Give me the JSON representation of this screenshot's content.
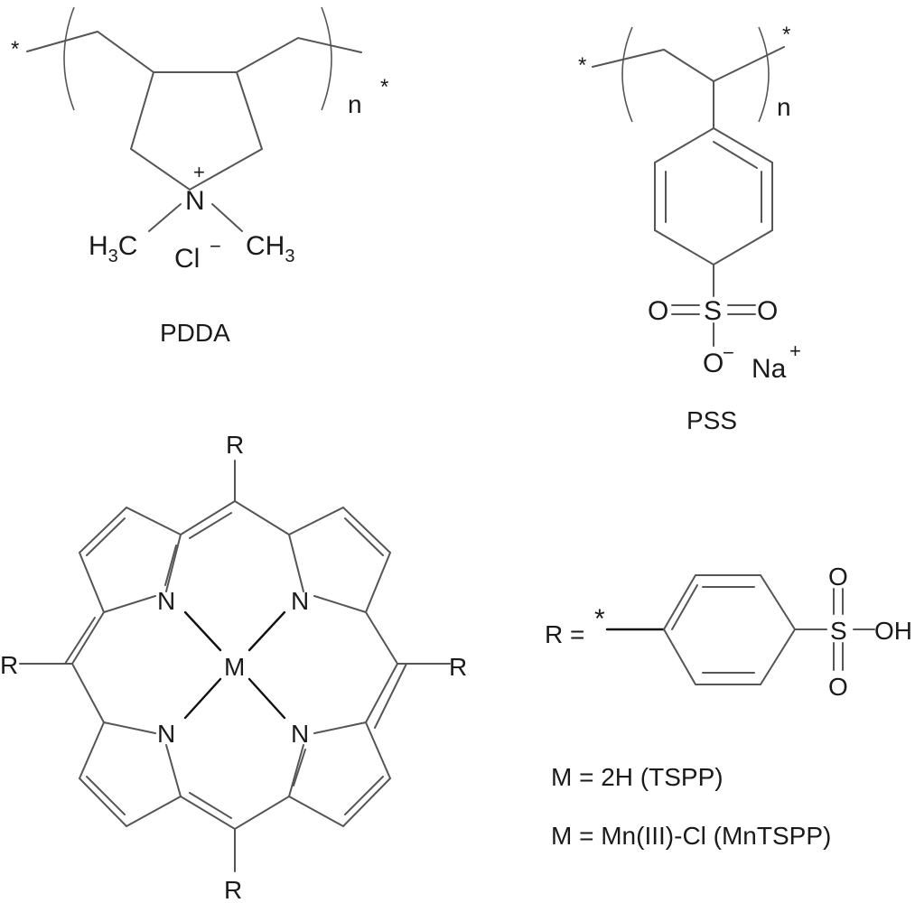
{
  "pdda": {
    "name": "PDDA",
    "star": "*",
    "n": "n",
    "nitrogen": "N",
    "plus": "+",
    "methyl_left_main": "H",
    "methyl_left_sub": "3",
    "methyl_left_tail": "C",
    "methyl_right_main": "CH",
    "methyl_right_sub": "3",
    "counterion": "Cl",
    "minus": "−"
  },
  "pss": {
    "name": "PSS",
    "star": "*",
    "n": "n",
    "sulfur": "S",
    "oxygen": "O",
    "minus": "−",
    "counterion": "Na",
    "plus": "+"
  },
  "porphyrin": {
    "substituent": "R",
    "nitrogen": "N",
    "metal": "M"
  },
  "r_group": {
    "lhs": "R =",
    "star": "*",
    "sulfur": "S",
    "oxygen": "O",
    "hydroxyl": "OH"
  },
  "legend": {
    "line1": "M = 2H (TSPP)",
    "line2": "M = Mn(III)-Cl (MnTSPP)"
  }
}
